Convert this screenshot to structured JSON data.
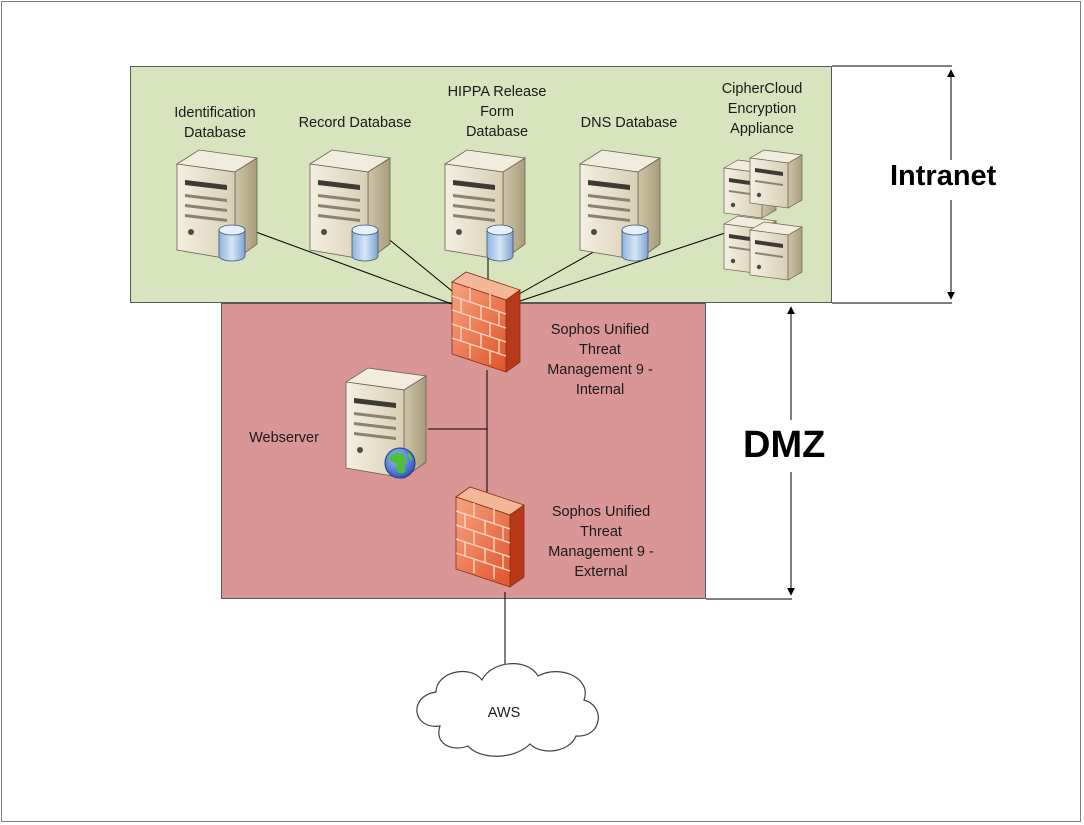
{
  "zones": {
    "intranet_label": "Intranet",
    "dmz_label": "DMZ"
  },
  "nodes": {
    "identification_db": "Identification\nDatabase",
    "record_db": "Record Database",
    "hippa_db": "HIPPA Release\nForm\nDatabase",
    "dns_db": "DNS Database",
    "ciphercloud": "CipherCloud\nEncryption\nAppliance",
    "webserver": "Webserver",
    "fw_internal": "Sophos Unified\nThreat\nManagement 9 -\nInternal",
    "fw_external": "Sophos Unified\nThreat\nManagement 9 -\nExternal",
    "cloud": "AWS"
  },
  "colors": {
    "intranet_fill": "#d7e4bd",
    "dmz_fill": "#d99694",
    "firewall": "#e8603c",
    "server_body": "#e9e2cf",
    "db_cylinder": "#a9c6e8"
  },
  "icons": {
    "server": "server-tower-icon",
    "database": "database-cylinder-icon",
    "firewall": "brick-firewall-icon",
    "globe": "globe-icon",
    "cloud": "cloud-icon"
  }
}
